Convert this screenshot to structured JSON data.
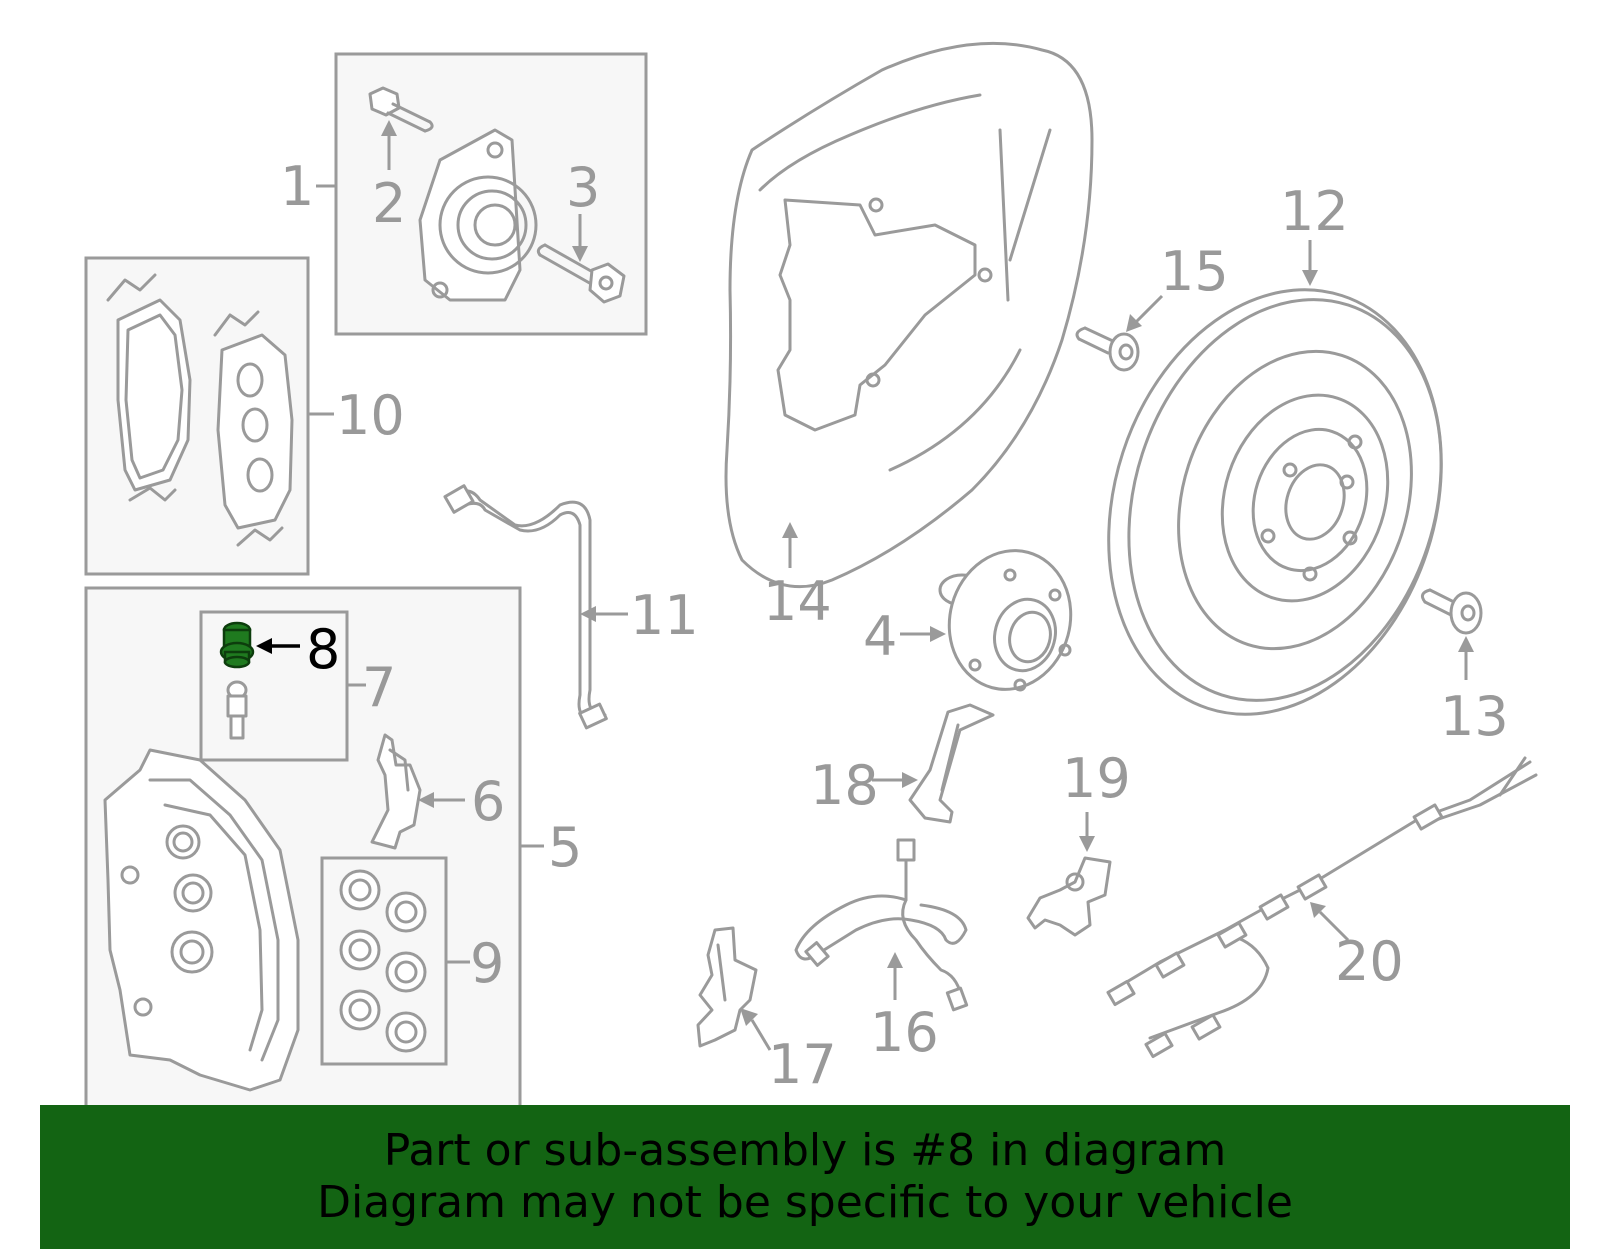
{
  "callouts": {
    "c1": "1",
    "c2": "2",
    "c3": "3",
    "c4": "4",
    "c5": "5",
    "c6": "6",
    "c7": "7",
    "c8": "8",
    "c9": "9",
    "c10": "10",
    "c11": "11",
    "c12": "12",
    "c13": "13",
    "c14": "14",
    "c15": "15",
    "c16": "16",
    "c17": "17",
    "c18": "18",
    "c19": "19",
    "c20": "20"
  },
  "highlight": {
    "part": "8",
    "color": "#1f7a1f"
  },
  "banner": {
    "line1": "Part or sub-assembly is #8 in diagram",
    "line2": "Diagram may not be specific to your vehicle",
    "background": "#136413",
    "text_color": "#000000"
  },
  "colors": {
    "line": "#9a9a9a",
    "box_fill": "#f7f7f7",
    "label": "#999999"
  }
}
